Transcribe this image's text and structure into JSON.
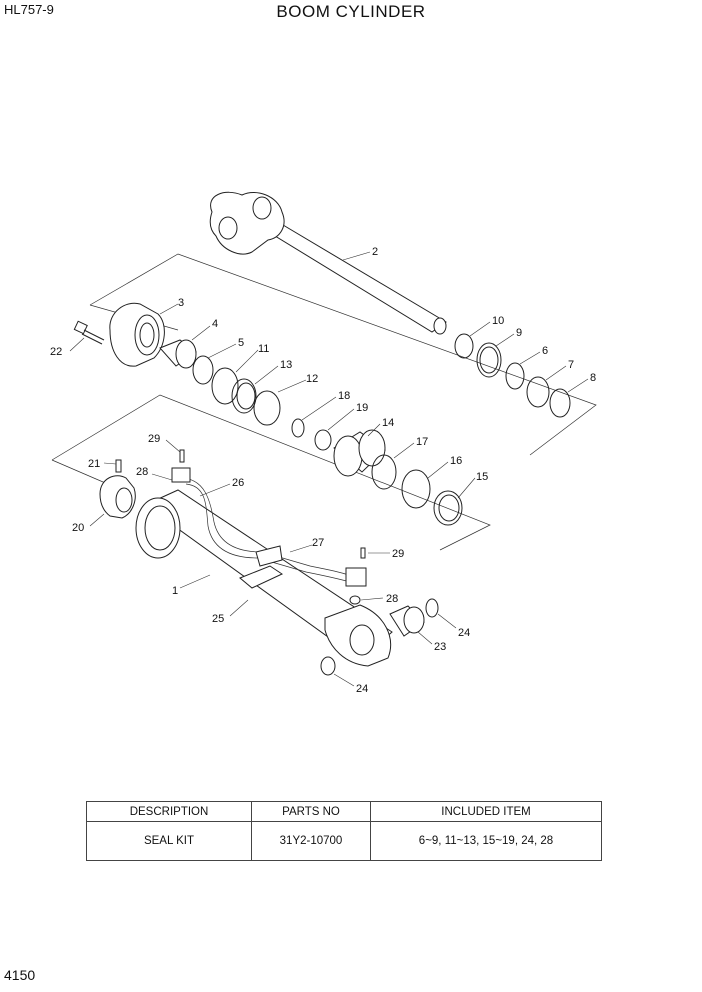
{
  "header": {
    "model": "HL757-9",
    "title": "BOOM CYLINDER"
  },
  "page_number": "4150",
  "callouts": [
    "1",
    "2",
    "3",
    "4",
    "5",
    "6",
    "7",
    "8",
    "9",
    "10",
    "11",
    "12",
    "13",
    "14",
    "15",
    "16",
    "17",
    "18",
    "19",
    "20",
    "21",
    "22",
    "23",
    "24",
    "24",
    "25",
    "26",
    "27",
    "28",
    "28",
    "29",
    "29"
  ],
  "kit_table": {
    "headers": [
      "DESCRIPTION",
      "PARTS NO",
      "INCLUDED ITEM"
    ],
    "rows": [
      [
        "SEAL KIT",
        "31Y2-10700",
        "6~9, 11~13, 15~19, 24, 28"
      ]
    ]
  }
}
